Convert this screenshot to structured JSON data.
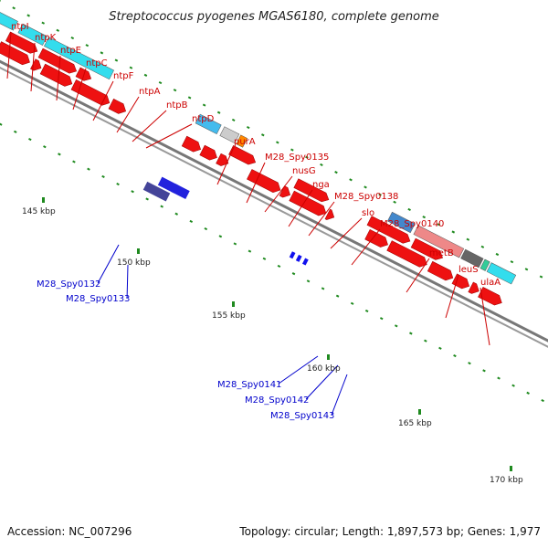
{
  "title": "Streptococcus pyogenes MGAS6180, complete genome",
  "footer": {
    "accession": "Accession: NC_007296",
    "summary": "Topology: circular; Length: 1,897,573 bp; Genes: 1,977"
  },
  "ruler_labels": [
    "145 kbp",
    "150 kbp",
    "155 kbp",
    "160 kbp",
    "165 kbp",
    "170 kbp"
  ],
  "forward_gene_labels": [
    "ntpI",
    "ntpK",
    "ntpE",
    "ntpC",
    "ntpF",
    "ntpA",
    "ntpB",
    "ntpD",
    "purA",
    "M28_Spy0135",
    "nusG",
    "nga",
    "M28_Spy0138",
    "slo",
    "M28_Spy0140",
    "metB",
    "leuS",
    "ulaA"
  ],
  "reverse_gene_labels": [
    "M28_Spy0132",
    "M28_Spy0133",
    "M28_Spy0141",
    "M28_Spy0142",
    "M28_Spy0143"
  ],
  "colors": {
    "forward_label": "#cc0000",
    "reverse_label": "#0000cc",
    "cds_red": "#ee1111",
    "cyan": "#33dded",
    "tick": "#1f8a1f",
    "backbone": "#888888"
  }
}
